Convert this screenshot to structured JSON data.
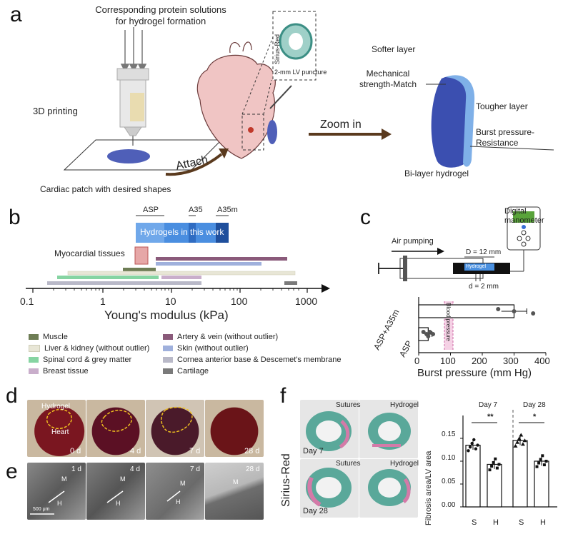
{
  "panel_labels": {
    "a": "a",
    "b": "b",
    "c": "c",
    "d": "d",
    "e": "e",
    "f": "f"
  },
  "panel_a": {
    "protein_text": "Corresponding protein solutions\nfor hydrogel formation",
    "printing": "3D printing",
    "patch_caption": "Cardiac patch with desired shapes",
    "attach": "Attach",
    "zoom_in": "Zoom in",
    "stain": "Sirius-Red",
    "puncture": "2-mm LV puncture",
    "softer": "Softer layer",
    "mech_match": "Mechanical\nstrength-Match",
    "tougher": "Tougher layer",
    "burst_resist": "Burst pressure-\nResistance",
    "bilayer": "Bi-layer hydrogel"
  },
  "panel_b": {
    "axis_label": "Young's modulus (kPa)",
    "ticks": [
      "0.1",
      "1",
      "10",
      "100",
      "1000"
    ],
    "asp": "ASP",
    "a35": "A35",
    "a35m": "A35m",
    "hydrogel_label": "Hydrogels in this work",
    "myocardial": "Myocardial tissues",
    "legend": [
      {
        "label": "Muscle",
        "color": "#6e7d55"
      },
      {
        "label": "Liver & kidney (without outlier)",
        "color": "#e8e6d6"
      },
      {
        "label": "Spinal cord & grey matter",
        "color": "#86d4a2"
      },
      {
        "label": "Breast tissue",
        "color": "#c9aecb"
      },
      {
        "label": "Artery & vein (without outlier)",
        "color": "#8a5a7a"
      },
      {
        "label": "Skin (without outlier)",
        "color": "#9fb0dc"
      },
      {
        "label": "Cornea anterior base & Descemet's membrane",
        "color": "#b9b9c8"
      },
      {
        "label": "Cartilage",
        "color": "#7a7a7a"
      }
    ]
  },
  "panel_c": {
    "air": "Air pumping",
    "manometer": "Digital\nmanometer",
    "d_outer": "D = 12 mm",
    "d_inner": "d = 2 mm",
    "hydrogel_tag": "Hydrogel",
    "bp_tag": "Blood pressure",
    "xlabel": "Burst pressure (mm Hg)",
    "ticks": [
      "0",
      "100",
      "200",
      "300",
      "400"
    ]
  },
  "chart_data": {
    "type": "bar",
    "orientation": "horizontal",
    "categories": [
      "ASP+A35m",
      "ASP"
    ],
    "values": [
      300,
      30
    ],
    "errors": [
      40,
      12
    ],
    "points": {
      "ASP+A35m": [
        250,
        300,
        360
      ],
      "ASP": [
        15,
        25,
        30,
        35,
        45
      ]
    },
    "xlabel": "Burst pressure (mm Hg)",
    "xlim": [
      0,
      400
    ],
    "blood_pressure_band": [
      90,
      120
    ]
  },
  "panel_d": {
    "hydrogel": "Hydrogel",
    "heart": "Heart",
    "days": [
      "0 d",
      "4 d",
      "7 d",
      "28 d"
    ]
  },
  "panel_e": {
    "days": [
      "1 d",
      "4 d",
      "7 d",
      "28 d"
    ],
    "M": "M",
    "H": "H",
    "scale": "500 μm"
  },
  "panel_f": {
    "stain": "Sirius-Red",
    "sutures": "Sutures",
    "hydrogel": "Hydrogel",
    "day7": "Day 7",
    "day28": "Day 28",
    "ylabel": "Fibrosis area/LV area",
    "yticks": [
      "0.00",
      "0.05",
      "0.10",
      "0.15"
    ],
    "groups": [
      {
        "day": "Day 7",
        "sig": "**",
        "bars": [
          {
            "label": "S",
            "value": 0.135
          },
          {
            "label": "H",
            "value": 0.093
          }
        ]
      },
      {
        "day": "Day 28",
        "sig": "*",
        "bars": [
          {
            "label": "S",
            "value": 0.145
          },
          {
            "label": "H",
            "value": 0.1
          }
        ]
      }
    ]
  }
}
